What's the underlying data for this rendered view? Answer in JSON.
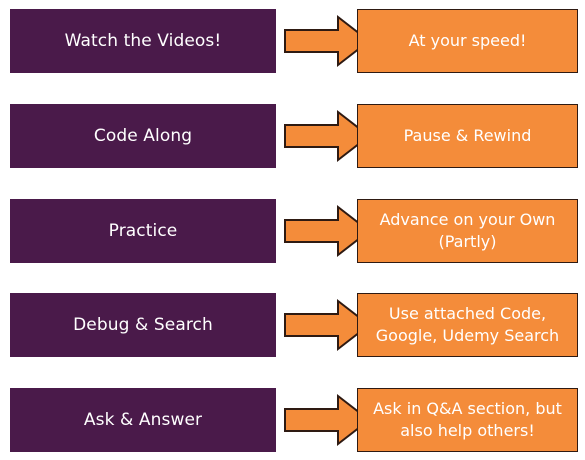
{
  "colors": {
    "left_box": "#4a1a4a",
    "right_box": "#f48c3a",
    "arrow_fill": "#f48c3a",
    "arrow_stroke": "#2e1a12",
    "text": "#ffffff"
  },
  "rows": [
    {
      "step": "Watch the Videos!",
      "detail": "At your speed!"
    },
    {
      "step": "Code Along",
      "detail": "Pause & Rewind"
    },
    {
      "step": "Practice",
      "detail": "Advance on your Own (Partly)"
    },
    {
      "step": "Debug & Search",
      "detail": "Use attached Code, Google, Udemy Search"
    },
    {
      "step": "Ask & Answer",
      "detail": "Ask in Q&A section, but also help others!"
    }
  ]
}
